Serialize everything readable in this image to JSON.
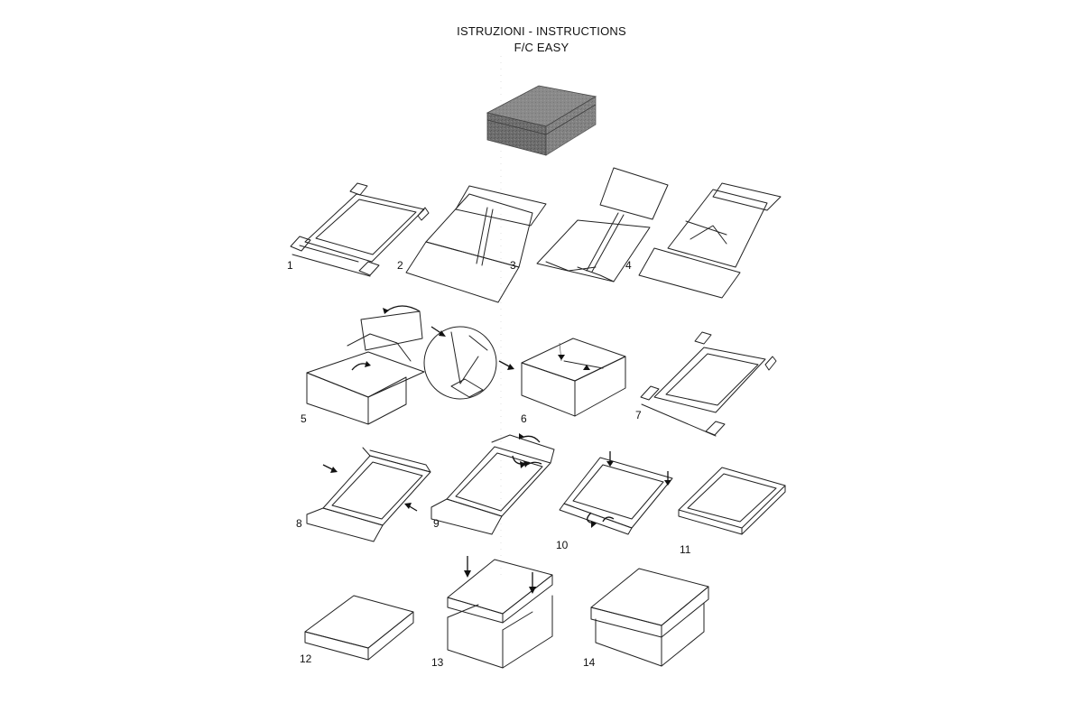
{
  "header": {
    "title_line1": "ISTRUZIONI - INSTRUCTIONS",
    "title_line2": "F/C EASY"
  },
  "steps": [
    {
      "label": "1"
    },
    {
      "label": "2"
    },
    {
      "label": "3"
    },
    {
      "label": "4"
    },
    {
      "label": "5"
    },
    {
      "label": "6"
    },
    {
      "label": "7"
    },
    {
      "label": "8"
    },
    {
      "label": "9"
    },
    {
      "label": "10"
    },
    {
      "label": "11"
    },
    {
      "label": "12"
    },
    {
      "label": "13"
    },
    {
      "label": "14"
    }
  ]
}
